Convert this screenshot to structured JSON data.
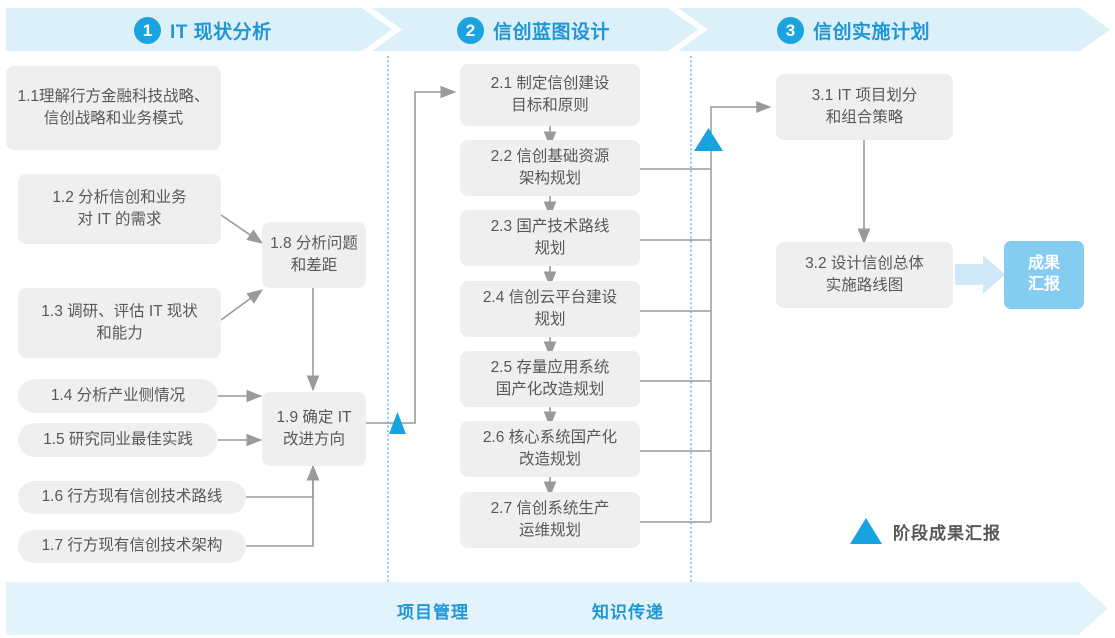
{
  "phases": [
    {
      "number": "1",
      "title": "IT 现状分析"
    },
    {
      "number": "2",
      "title": "信创蓝图设计"
    },
    {
      "number": "3",
      "title": "信创实施计划"
    }
  ],
  "phase1_inputs": [
    {
      "id": "1.1",
      "label": "1.1理解行方金融科技战略、\n信创战略和业务模式"
    },
    {
      "id": "1.2",
      "label": "1.2 分析信创和业务\n对 IT 的需求"
    },
    {
      "id": "1.3",
      "label": "1.3 调研、评估 IT 现状\n和能力"
    },
    {
      "id": "1.4",
      "label": "1.4 分析产业侧情况"
    },
    {
      "id": "1.5",
      "label": "1.5 研究同业最佳实践"
    },
    {
      "id": "1.6",
      "label": "1.6 行方现有信创技术路线"
    },
    {
      "id": "1.7",
      "label": "1.7 行方现有信创技术架构"
    }
  ],
  "phase1_outputs": [
    {
      "id": "1.8",
      "label": "1.8 分析问题\n和差距"
    },
    {
      "id": "1.9",
      "label": "1.9 确定 IT\n改进方向"
    }
  ],
  "phase2_steps": [
    {
      "id": "2.1",
      "label": "2.1 制定信创建设\n目标和原则"
    },
    {
      "id": "2.2",
      "label": "2.2 信创基础资源\n架构规划"
    },
    {
      "id": "2.3",
      "label": "2.3 国产技术路线\n规划"
    },
    {
      "id": "2.4",
      "label": "2.4 信创云平台建设\n规划"
    },
    {
      "id": "2.5",
      "label": "2.5 存量应用系统\n国产化改造规划"
    },
    {
      "id": "2.6",
      "label": "2.6 核心系统国产化\n改造规划"
    },
    {
      "id": "2.7",
      "label": "2.7 信创系统生产\n运维规划"
    }
  ],
  "phase3_steps": [
    {
      "id": "3.1",
      "label": "3.1 IT 项目划分\n和组合策略"
    },
    {
      "id": "3.2",
      "label": "3.2 设计信创总体\n实施路线图"
    }
  ],
  "result": {
    "label": "成果\n汇报"
  },
  "legend": {
    "label": "阶段成果汇报",
    "marker": "triangle-up-icon"
  },
  "footer": {
    "labels": [
      "项目管理",
      "知识传递"
    ]
  },
  "colors": {
    "accent_blue": "#17a3e0",
    "header_blue_text": "#2196d6",
    "band_fill": "#dcf0fa",
    "box_fill": "#efefef",
    "box_text": "#58585b",
    "result_fill": "#85cdf0",
    "connector": "#9a9a9a",
    "divider_dotted": "#29abe2"
  }
}
